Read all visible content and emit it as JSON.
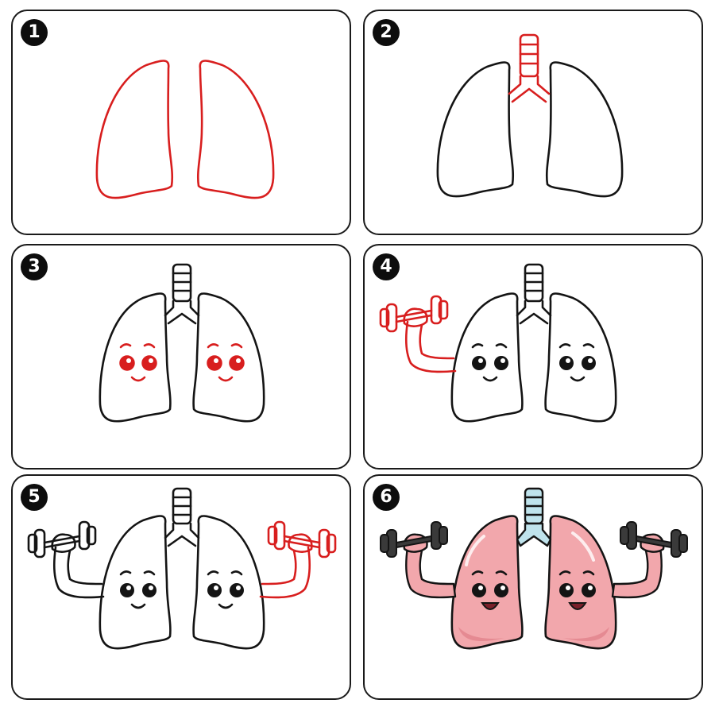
{
  "panels": [
    {
      "step": "1"
    },
    {
      "step": "2"
    },
    {
      "step": "3"
    },
    {
      "step": "4"
    },
    {
      "step": "5"
    },
    {
      "step": "6"
    }
  ],
  "colors": {
    "outline": "#141414",
    "highlight": "#d81e1e",
    "lung_fill": "#f2a7ac",
    "lung_shade": "#e58a92",
    "trachea_fill": "#bfe3ec",
    "arm_fill": "#f2a7ac",
    "dumbbell": "#3a3a3a"
  }
}
